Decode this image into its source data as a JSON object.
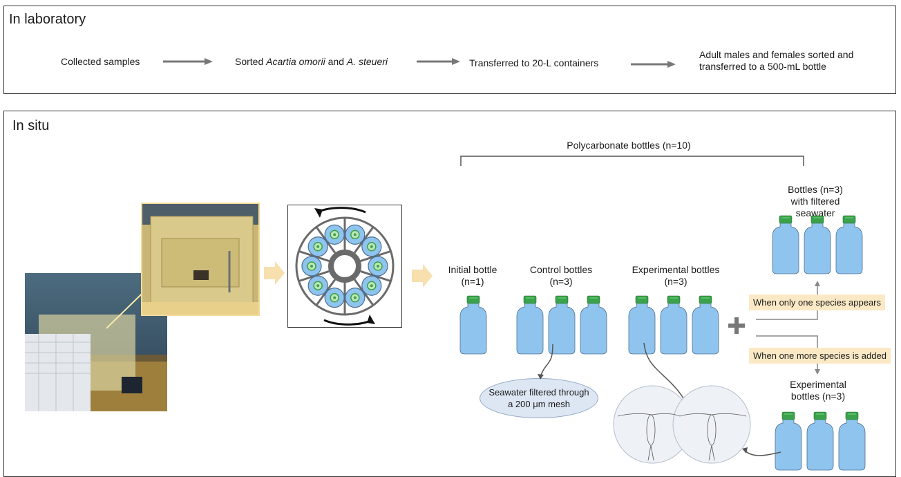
{
  "lab": {
    "title": "In laboratory",
    "steps": [
      {
        "pre": "Collected samples",
        "it1": "",
        "mid": "",
        "it2": "",
        "post": ""
      },
      {
        "pre": "Sorted ",
        "it1": "Acartia omorii",
        "mid": " and ",
        "it2": "A. steueri",
        "post": ""
      },
      {
        "pre": "Transferred to 20-L containers",
        "it1": "",
        "mid": "",
        "it2": "",
        "post": ""
      },
      {
        "pre": "Adult males and females sorted and",
        "it1": "",
        "mid": "",
        "it2": "",
        "post": "transferred to a 500-mL bottle"
      }
    ]
  },
  "insitu": {
    "title": "In situ",
    "poly_label": "Polycarbonate bottles (n=10)",
    "initial": {
      "line1": "Initial bottle",
      "line2": "(n=1)"
    },
    "control": {
      "line1": "Control bottles",
      "line2": "(n=3)"
    },
    "experimental": {
      "line1": "Experimental bottles",
      "line2": "(n=3)"
    },
    "filtered_bottles": {
      "line1": "Bottles (n=3)",
      "line2": "with filtered",
      "line3": "seawater"
    },
    "exp2": {
      "line1": "Experimental",
      "line2": "bottles (n=3)"
    },
    "cond_one": "When only one species appears",
    "cond_more": "When one more species is added",
    "seawater": {
      "line1": "Seawater filtered through",
      "line2": "a 200 μm mesh"
    }
  },
  "colors": {
    "bottle": "#8fc4ee",
    "cap": "#3aa24a",
    "arrow_lab": "#777777",
    "arrow_chevron": "#f7dfae",
    "label_box": "#fbe9c6",
    "ellipse": "#dde7f3"
  }
}
